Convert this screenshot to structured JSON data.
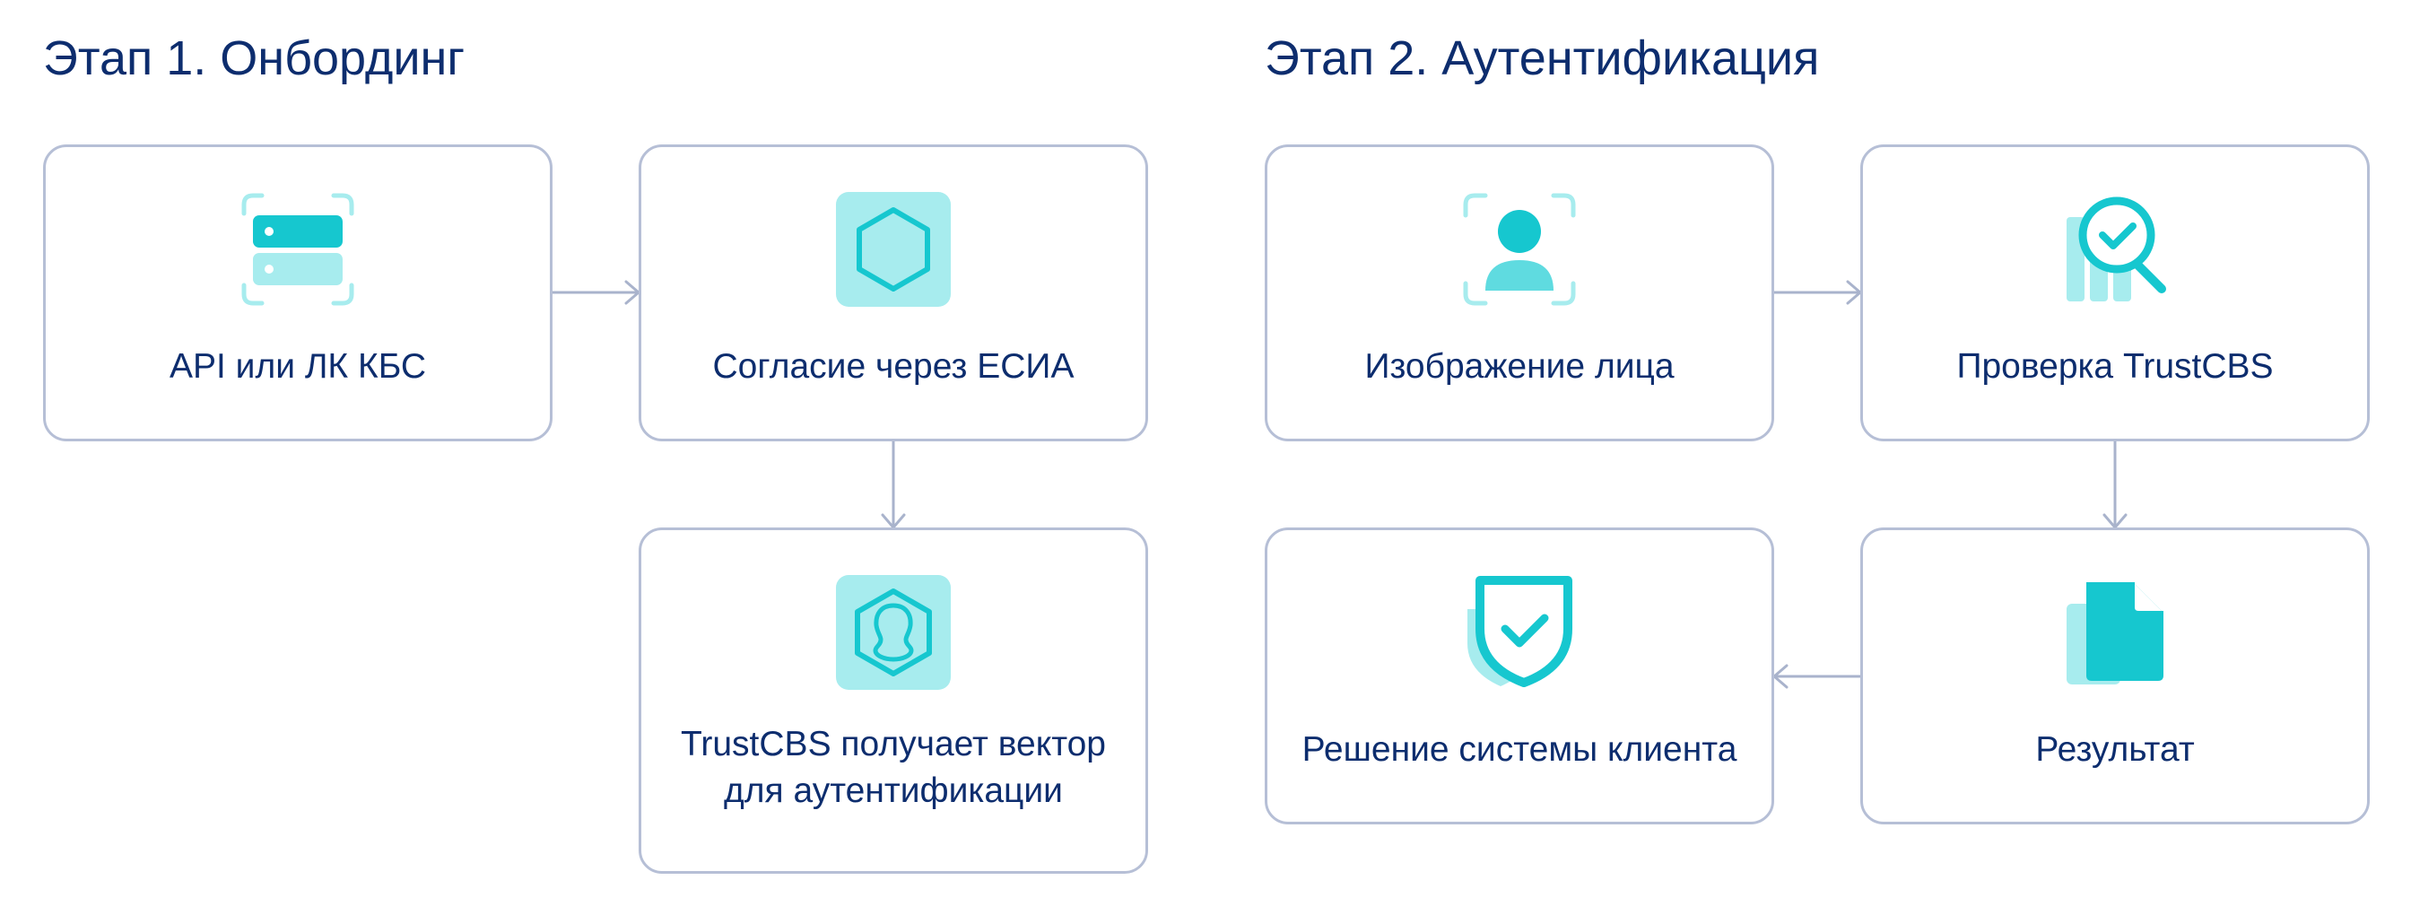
{
  "stages": [
    {
      "title": "Этап 1. Онбординг",
      "steps": [
        {
          "label": "API или ЛК КБС",
          "icon": "server-scan-icon"
        },
        {
          "label": "Согласие через ЕСИА",
          "icon": "hexagon-icon"
        },
        {
          "label": "TrustCBS получает вектор\nдля аутентификации",
          "icon": "face-shield-hexagon-icon"
        }
      ]
    },
    {
      "title": "Этап 2. Аутентификация",
      "steps": [
        {
          "label": "Изображение лица",
          "icon": "face-scan-icon"
        },
        {
          "label": "Проверка TrustCBS",
          "icon": "magnifier-check-icon"
        },
        {
          "label": "Результат",
          "icon": "document-icon"
        },
        {
          "label": "Решение системы клиента",
          "icon": "shield-check-icon"
        }
      ]
    }
  ],
  "colors": {
    "title_text": "#0d2d6e",
    "box_border": "#b6bfd6",
    "connector": "#a9b3cc",
    "icon_primary": "#16c7cf",
    "icon_light": "#a7ecee"
  }
}
